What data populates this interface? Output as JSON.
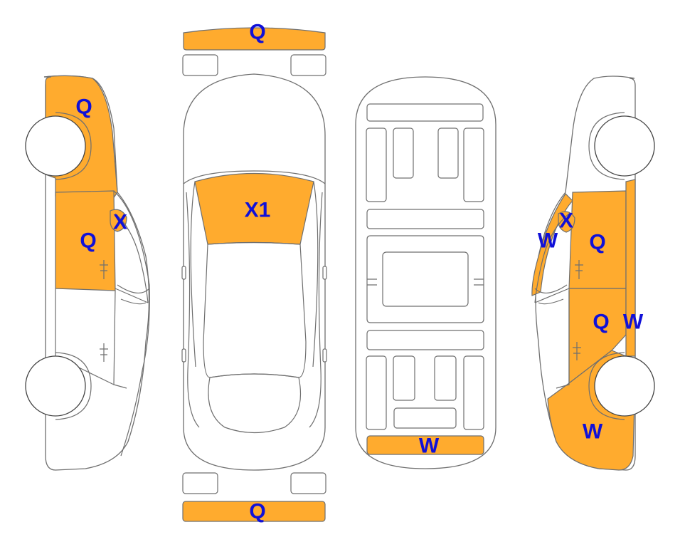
{
  "colors": {
    "highlight": "#ffab2e",
    "code_text": "#1010d8",
    "outline": "#6f6f6f"
  },
  "codes": {
    "front_bumper": "Q",
    "rear_bumper": "Q",
    "windshield": "X1",
    "left_front_fender": "Q",
    "left_front_door": "Q",
    "left_mirror": "X",
    "rear_panel_underside": "W",
    "right_a_pillar": "W",
    "right_mirror": "X",
    "right_front_door": "Q",
    "right_rear_door": "Q",
    "right_b_pillar": "W",
    "right_rear_quarter": "W"
  }
}
